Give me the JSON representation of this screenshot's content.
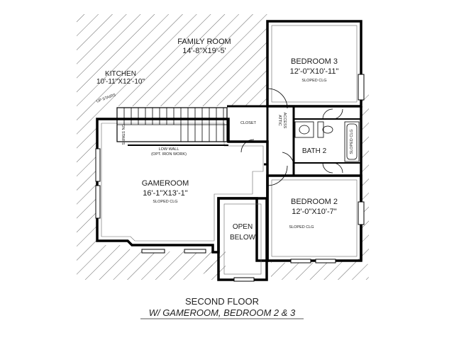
{
  "rooms": {
    "family_room": {
      "name": "FAMILY ROOM",
      "size": "14'-8\"X19'-5'"
    },
    "kitchen": {
      "name": "KITCHEN",
      "size": "10'-11\"X12'-10\""
    },
    "bedroom3": {
      "name": "BEDROOM 3",
      "size": "12'-0\"X10'-11\"",
      "note": "SLOPED CLG"
    },
    "bedroom2": {
      "name": "BEDROOM 2",
      "size": "12'-0\"X10'-7\"",
      "note": "SLOPED CLG"
    },
    "gameroom": {
      "name": "GAMEROOM",
      "size": "16'-1\"X13'-1\"",
      "note": "SLOPED CLG"
    },
    "bath2": {
      "name": "BATH 2"
    },
    "open_below": {
      "line1": "OPEN",
      "line2": "BELOW"
    }
  },
  "labels": {
    "closet": "CLOSET",
    "low_wall": "LOW WALL",
    "iron_work": "(OPT. IRON WORK)",
    "stairs": "DN STAIRS",
    "up_stairs": "UP STAIRS",
    "attic": "ATTIC",
    "access": "ACCESS",
    "tub_clg": "SLOPED CLG"
  },
  "caption": {
    "line1": "SECOND FLOOR",
    "line2": "W/ GAMEROOM, BEDROOM 2 & 3"
  }
}
